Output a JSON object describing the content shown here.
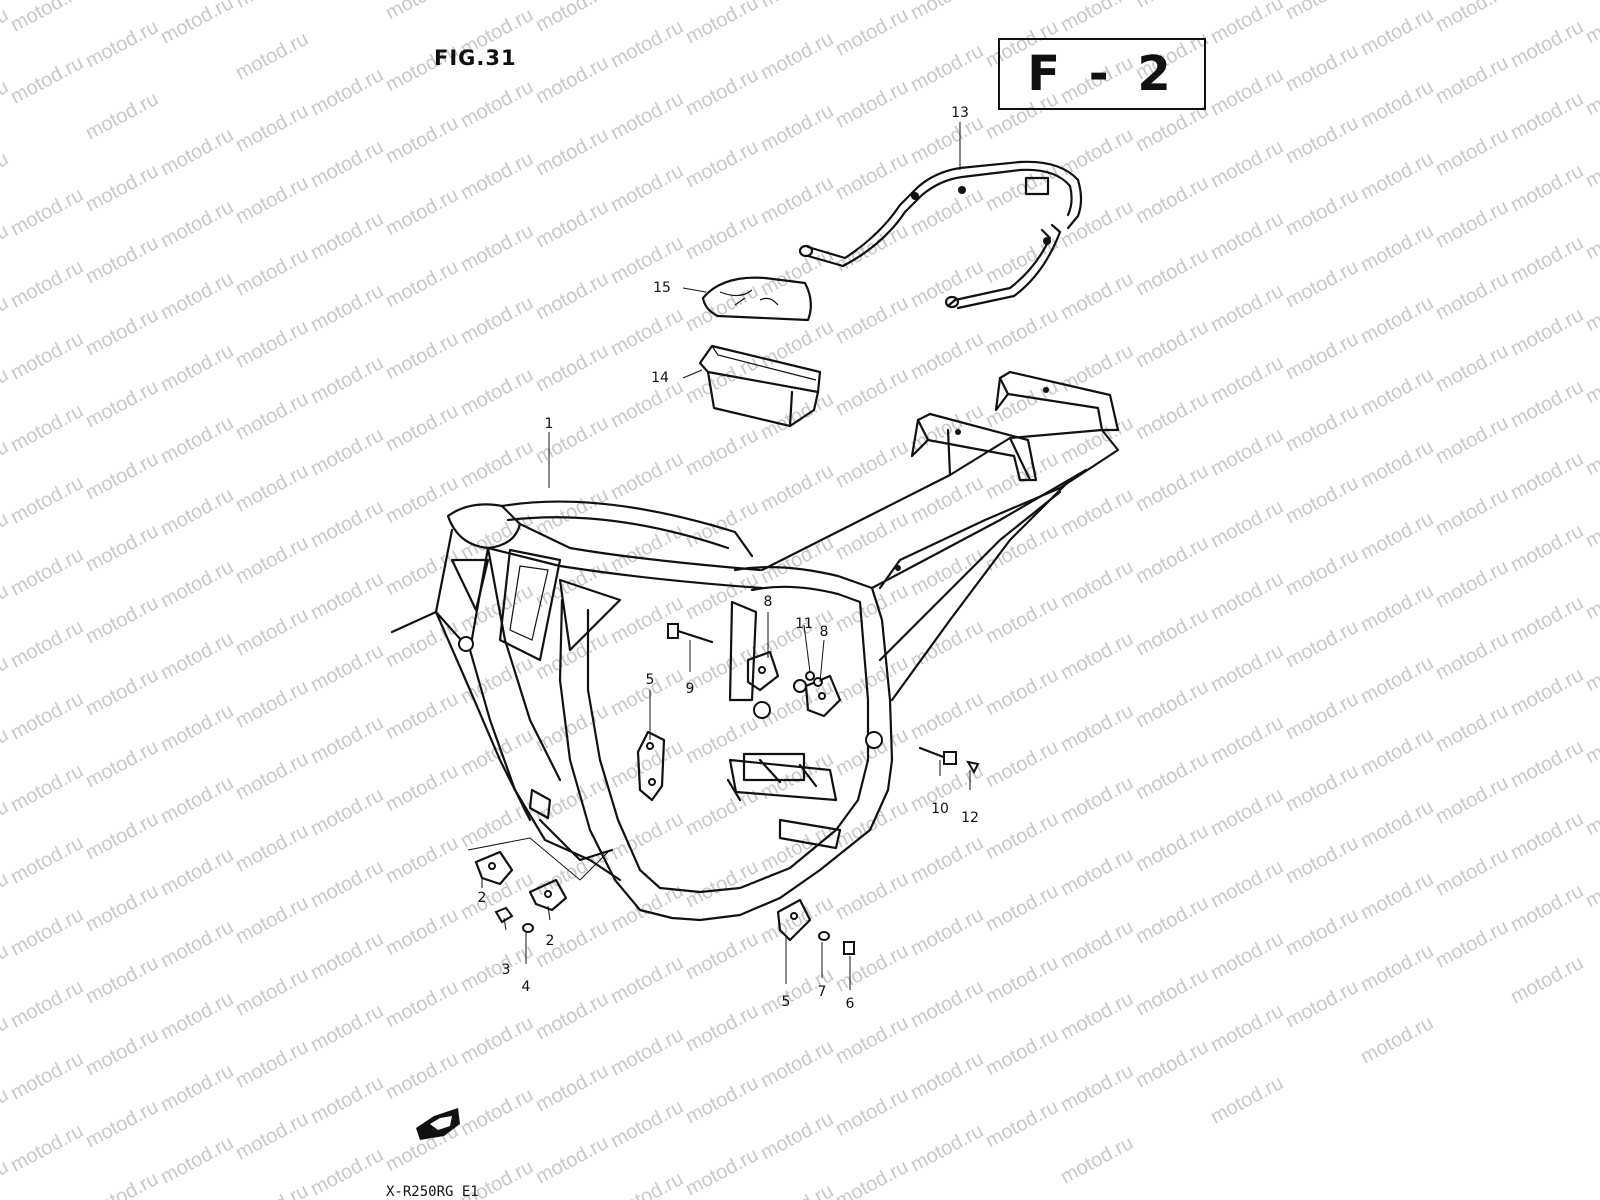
{
  "figure": {
    "title": "FIG.31",
    "code": "F - 2",
    "footer": "X-R250RG E1",
    "watermark": "motod.ru"
  },
  "parts": [
    {
      "id": "p1",
      "label": "1"
    },
    {
      "id": "p2a",
      "label": "2"
    },
    {
      "id": "p2b",
      "label": "2"
    },
    {
      "id": "p3",
      "label": "3"
    },
    {
      "id": "p4",
      "label": "4"
    },
    {
      "id": "p5a",
      "label": "5"
    },
    {
      "id": "p5b",
      "label": "5"
    },
    {
      "id": "p6",
      "label": "6"
    },
    {
      "id": "p7",
      "label": "7"
    },
    {
      "id": "p8a",
      "label": "8"
    },
    {
      "id": "p8b",
      "label": "8"
    },
    {
      "id": "p9",
      "label": "9"
    },
    {
      "id": "p10",
      "label": "10"
    },
    {
      "id": "p11",
      "label": "11"
    },
    {
      "id": "p12",
      "label": "12"
    },
    {
      "id": "p13",
      "label": "13"
    },
    {
      "id": "p14",
      "label": "14"
    },
    {
      "id": "p15",
      "label": "15"
    }
  ],
  "colors": {
    "ink": "#111111",
    "paper": "#ffffff",
    "watermark": "#c8c8c8"
  },
  "icons": {
    "direction": "front-arrow-icon"
  }
}
